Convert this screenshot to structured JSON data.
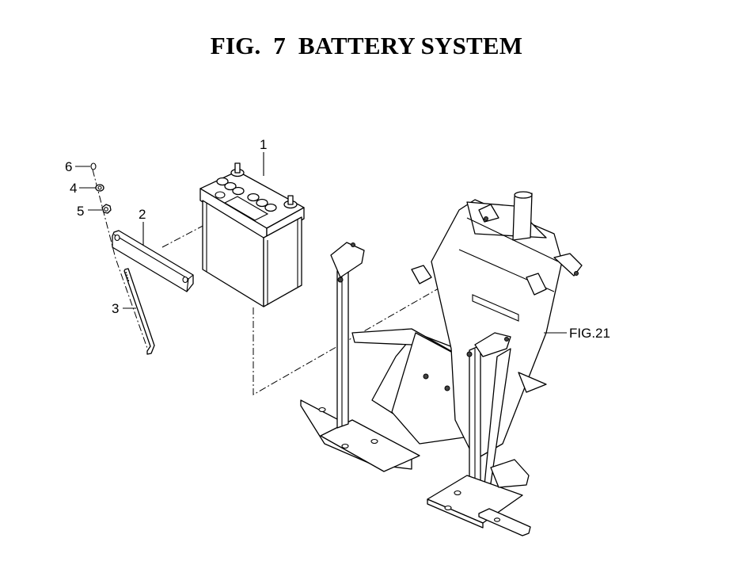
{
  "figure": {
    "title": "FIG.  7  BATTERY SYSTEM"
  },
  "callouts": [
    {
      "id": "1",
      "label": "1",
      "part": "battery"
    },
    {
      "id": "2",
      "label": "2",
      "part": "battery-clamp-bar"
    },
    {
      "id": "3",
      "label": "3",
      "part": "hook-bolt"
    },
    {
      "id": "4",
      "label": "4",
      "part": "spring-washer"
    },
    {
      "id": "5",
      "label": "5",
      "part": "nut"
    },
    {
      "id": "6",
      "label": "6",
      "part": "washer"
    }
  ],
  "references": [
    {
      "label": "FIG.21",
      "part": "battery-frame"
    }
  ],
  "colors": {
    "line": "#000000",
    "background": "#ffffff"
  }
}
